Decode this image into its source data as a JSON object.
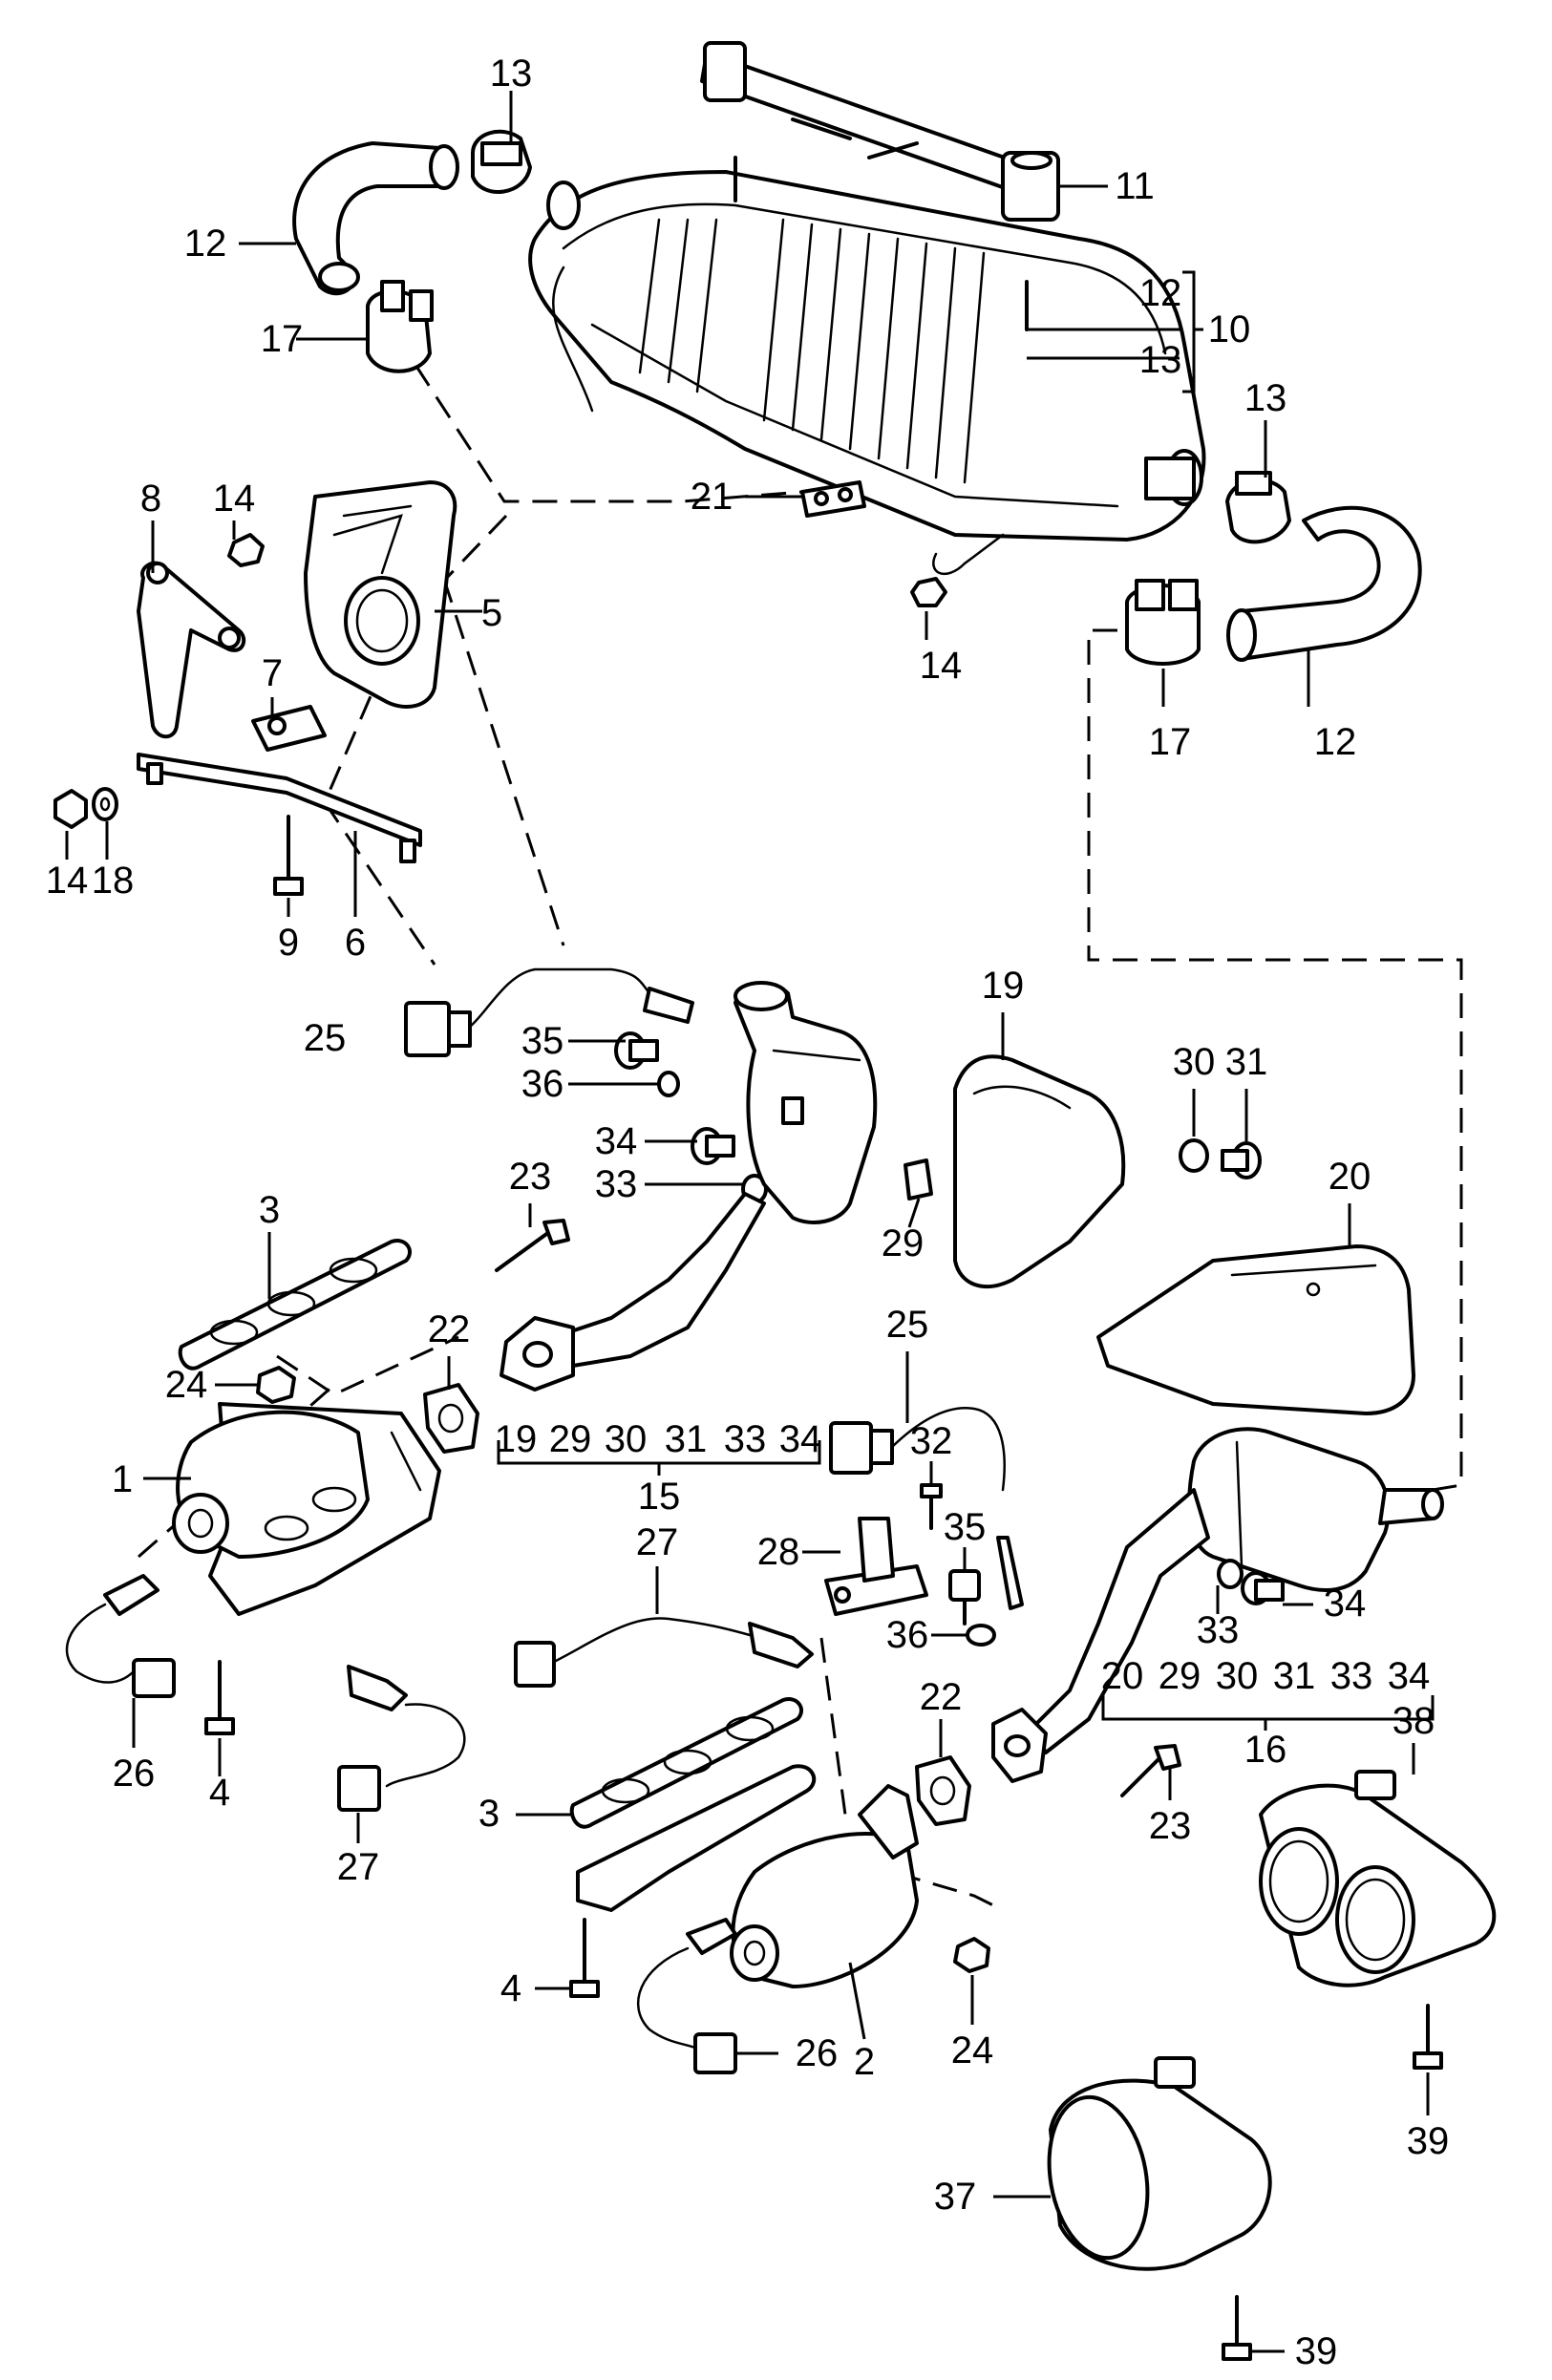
{
  "diagram": {
    "callouts": [
      {
        "id": "c13a",
        "text": "13"
      },
      {
        "id": "c12a",
        "text": "12"
      },
      {
        "id": "c17a",
        "text": "17"
      },
      {
        "id": "c11",
        "text": "11"
      },
      {
        "id": "c10-12",
        "text": "12"
      },
      {
        "id": "c10",
        "text": "10"
      },
      {
        "id": "c10-13",
        "text": "13"
      },
      {
        "id": "c13b",
        "text": "13"
      },
      {
        "id": "c8",
        "text": "8"
      },
      {
        "id": "c14a",
        "text": "14"
      },
      {
        "id": "c5",
        "text": "5"
      },
      {
        "id": "c7",
        "text": "7"
      },
      {
        "id": "c21",
        "text": "21"
      },
      {
        "id": "c14b",
        "text": "14"
      },
      {
        "id": "c17b",
        "text": "17"
      },
      {
        "id": "c12b",
        "text": "12"
      },
      {
        "id": "c14c",
        "text": "14"
      },
      {
        "id": "c18",
        "text": "18"
      },
      {
        "id": "c9",
        "text": "9"
      },
      {
        "id": "c6",
        "text": "6"
      },
      {
        "id": "c25a",
        "text": "25"
      },
      {
        "id": "c35a",
        "text": "35"
      },
      {
        "id": "c36a",
        "text": "36"
      },
      {
        "id": "c19",
        "text": "19"
      },
      {
        "id": "c30",
        "text": "30"
      },
      {
        "id": "c31",
        "text": "31"
      },
      {
        "id": "c34a",
        "text": "34"
      },
      {
        "id": "c33a",
        "text": "33"
      },
      {
        "id": "c20",
        "text": "20"
      },
      {
        "id": "c23a",
        "text": "23"
      },
      {
        "id": "c3a",
        "text": "3"
      },
      {
        "id": "c29",
        "text": "29"
      },
      {
        "id": "c22a",
        "text": "22"
      },
      {
        "id": "c24a",
        "text": "24"
      },
      {
        "id": "c15",
        "text": "15"
      },
      {
        "id": "c25b",
        "text": "25"
      },
      {
        "id": "c1",
        "text": "1"
      },
      {
        "id": "c32",
        "text": "32"
      },
      {
        "id": "c28",
        "text": "28"
      },
      {
        "id": "c35b",
        "text": "35"
      },
      {
        "id": "c27a",
        "text": "27"
      },
      {
        "id": "c34b",
        "text": "34"
      },
      {
        "id": "c36b",
        "text": "36"
      },
      {
        "id": "c33b",
        "text": "33"
      },
      {
        "id": "c26a",
        "text": "26"
      },
      {
        "id": "c4a",
        "text": "4"
      },
      {
        "id": "c22b",
        "text": "22"
      },
      {
        "id": "c16",
        "text": "16"
      },
      {
        "id": "c27b",
        "text": "27"
      },
      {
        "id": "c3b",
        "text": "3"
      },
      {
        "id": "c23b",
        "text": "23"
      },
      {
        "id": "c38",
        "text": "38"
      },
      {
        "id": "c4b",
        "text": "4"
      },
      {
        "id": "c2",
        "text": "2"
      },
      {
        "id": "c24b",
        "text": "24"
      },
      {
        "id": "c26b",
        "text": "26"
      },
      {
        "id": "c37",
        "text": "37"
      },
      {
        "id": "c39a",
        "text": "39"
      },
      {
        "id": "c39b",
        "text": "39"
      }
    ],
    "kit_15": [
      "19",
      "29",
      "30",
      "31",
      "33",
      "34"
    ],
    "kit_16": [
      "20",
      "29",
      "30",
      "31",
      "33",
      "34"
    ]
  }
}
